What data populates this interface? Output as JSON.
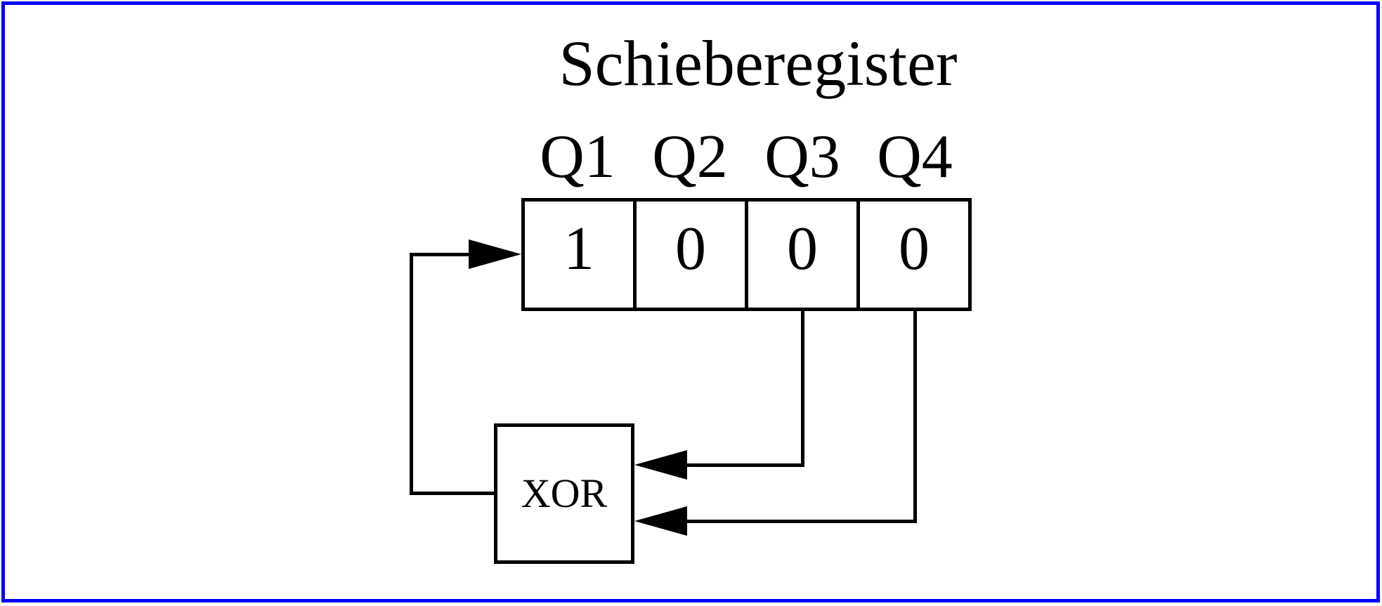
{
  "diagram": {
    "title": "Schieberegister",
    "register": {
      "cells": [
        {
          "label": "Q1",
          "value": "1"
        },
        {
          "label": "Q2",
          "value": "0"
        },
        {
          "label": "Q3",
          "value": "0"
        },
        {
          "label": "Q4",
          "value": "0"
        }
      ]
    },
    "gate": {
      "label": "XOR"
    },
    "connections": [
      "XOR output feeds back into Q1 input (arrow into left side of register)",
      "Q3 output taps down and left into XOR upper input (arrow)",
      "Q4 output taps down and left into XOR lower input (arrow)"
    ],
    "colors": {
      "frame": "#0000ff",
      "ink": "#000000",
      "background": "#ffffff"
    }
  }
}
